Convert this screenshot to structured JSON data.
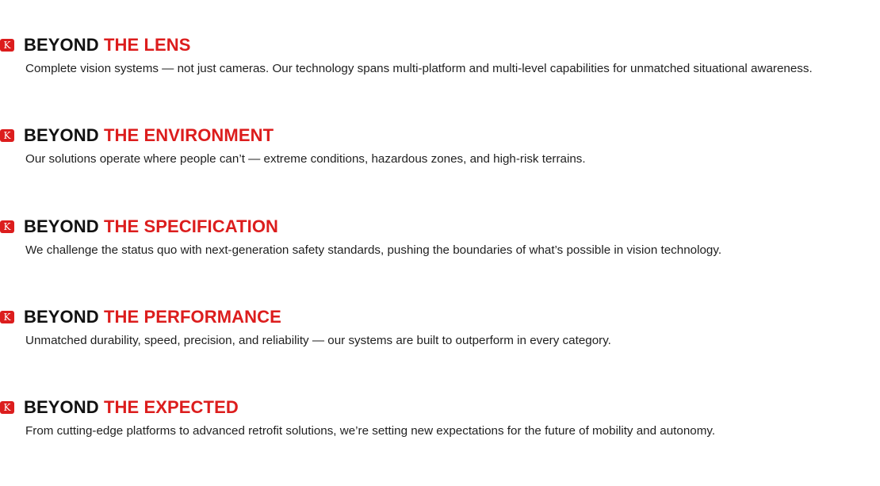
{
  "colors": {
    "accent": "#dc1d1d",
    "heading": "#111111",
    "text": "#1f1f1f",
    "background": "#ffffff"
  },
  "badge_glyph": "K",
  "items": [
    {
      "lead": "BEYOND",
      "accent": "THE LENS",
      "description": "Complete vision systems — not just cameras. Our technology spans multi-platform and multi-level capabilities for unmatched situational awareness."
    },
    {
      "lead": "BEYOND",
      "accent": "THE ENVIRONMENT",
      "description": "Our solutions operate where people can’t — extreme conditions, hazardous zones, and high-risk terrains."
    },
    {
      "lead": "BEYOND",
      "accent": "THE SPECIFICATION",
      "description": "We challenge the status quo with next-generation safety standards, pushing the boundaries of what’s possible in vision technology."
    },
    {
      "lead": "BEYOND",
      "accent": "THE PERFORMANCE",
      "description": "Unmatched durability, speed, precision, and reliability — our systems are built to outperform in every category."
    },
    {
      "lead": "BEYOND",
      "accent": "THE EXPECTED",
      "description": "From cutting-edge platforms to advanced retrofit solutions, we’re setting new expectations for the future of mobility and autonomy."
    }
  ]
}
